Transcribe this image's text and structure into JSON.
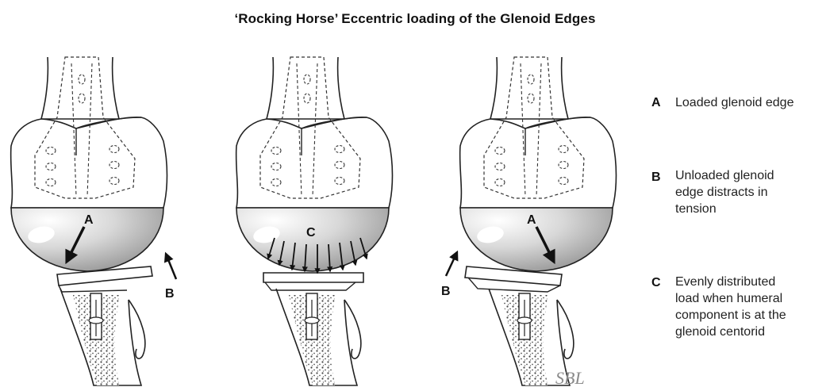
{
  "title": "‘Rocking Horse’ Eccentric loading of the Glenoid Edges",
  "panels": [
    {
      "label_A": "A",
      "label_B": "B"
    },
    {
      "label_C": "C"
    },
    {
      "label_A": "A",
      "label_B": "B",
      "signature": "SBL"
    }
  ],
  "legend": [
    {
      "letter": "A",
      "lines": [
        "Loaded glenoid edge"
      ]
    },
    {
      "letter": "B",
      "lines": [
        "Unloaded glenoid",
        "edge distracts in",
        "tension"
      ]
    },
    {
      "letter": "C",
      "lines": [
        "Evenly distributed",
        "load when humeral",
        "component is at the",
        "glenoid centorid"
      ]
    }
  ]
}
